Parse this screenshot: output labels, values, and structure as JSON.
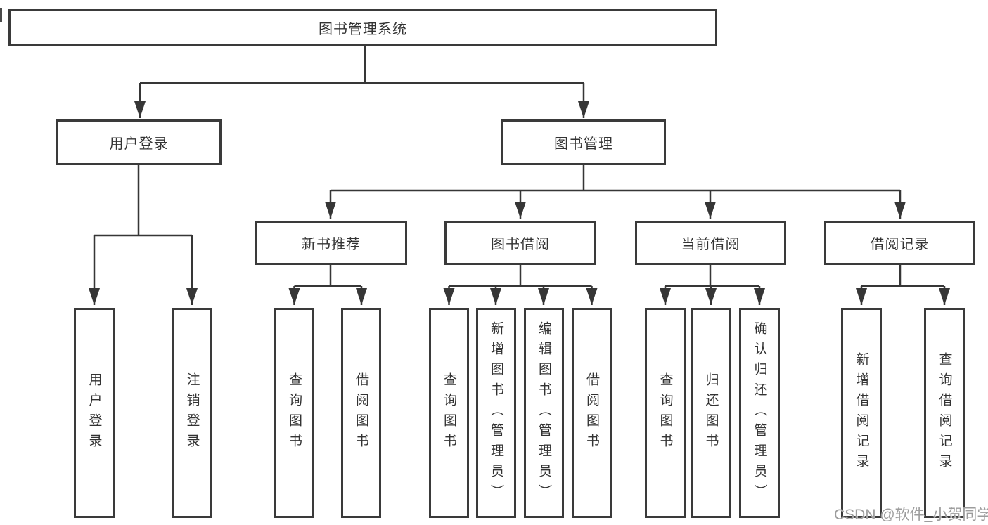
{
  "colors": {
    "line": "#363636",
    "ink": "#3a3a3a",
    "text": "#333333",
    "wm": "#9c9c9c",
    "bg": "#ffffff"
  },
  "tree": {
    "root": {
      "label": "图书管理系统"
    },
    "branches": [
      {
        "label": "用户登录",
        "children": [
          {
            "label": "用户登录"
          },
          {
            "label": "注销登录"
          }
        ]
      },
      {
        "label": "图书管理",
        "sections": [
          {
            "label": "新书推荐",
            "children": [
              {
                "label": "查询图书"
              },
              {
                "label": "借阅图书"
              }
            ]
          },
          {
            "label": "图书借阅",
            "children": [
              {
                "label": "查询图书"
              },
              {
                "label": "新增图书（管理员）"
              },
              {
                "label": "编辑图书（管理员）"
              },
              {
                "label": "借阅图书"
              }
            ]
          },
          {
            "label": "当前借阅",
            "children": [
              {
                "label": "查询图书"
              },
              {
                "label": "归还图书"
              },
              {
                "label": "确认归还（管理员）"
              }
            ]
          },
          {
            "label": "借阅记录",
            "children": [
              {
                "label": "新增借阅记录"
              },
              {
                "label": "查询借阅记录"
              }
            ]
          }
        ]
      }
    ]
  },
  "watermark": {
    "text": "CSDN @软件_小贺同学"
  }
}
